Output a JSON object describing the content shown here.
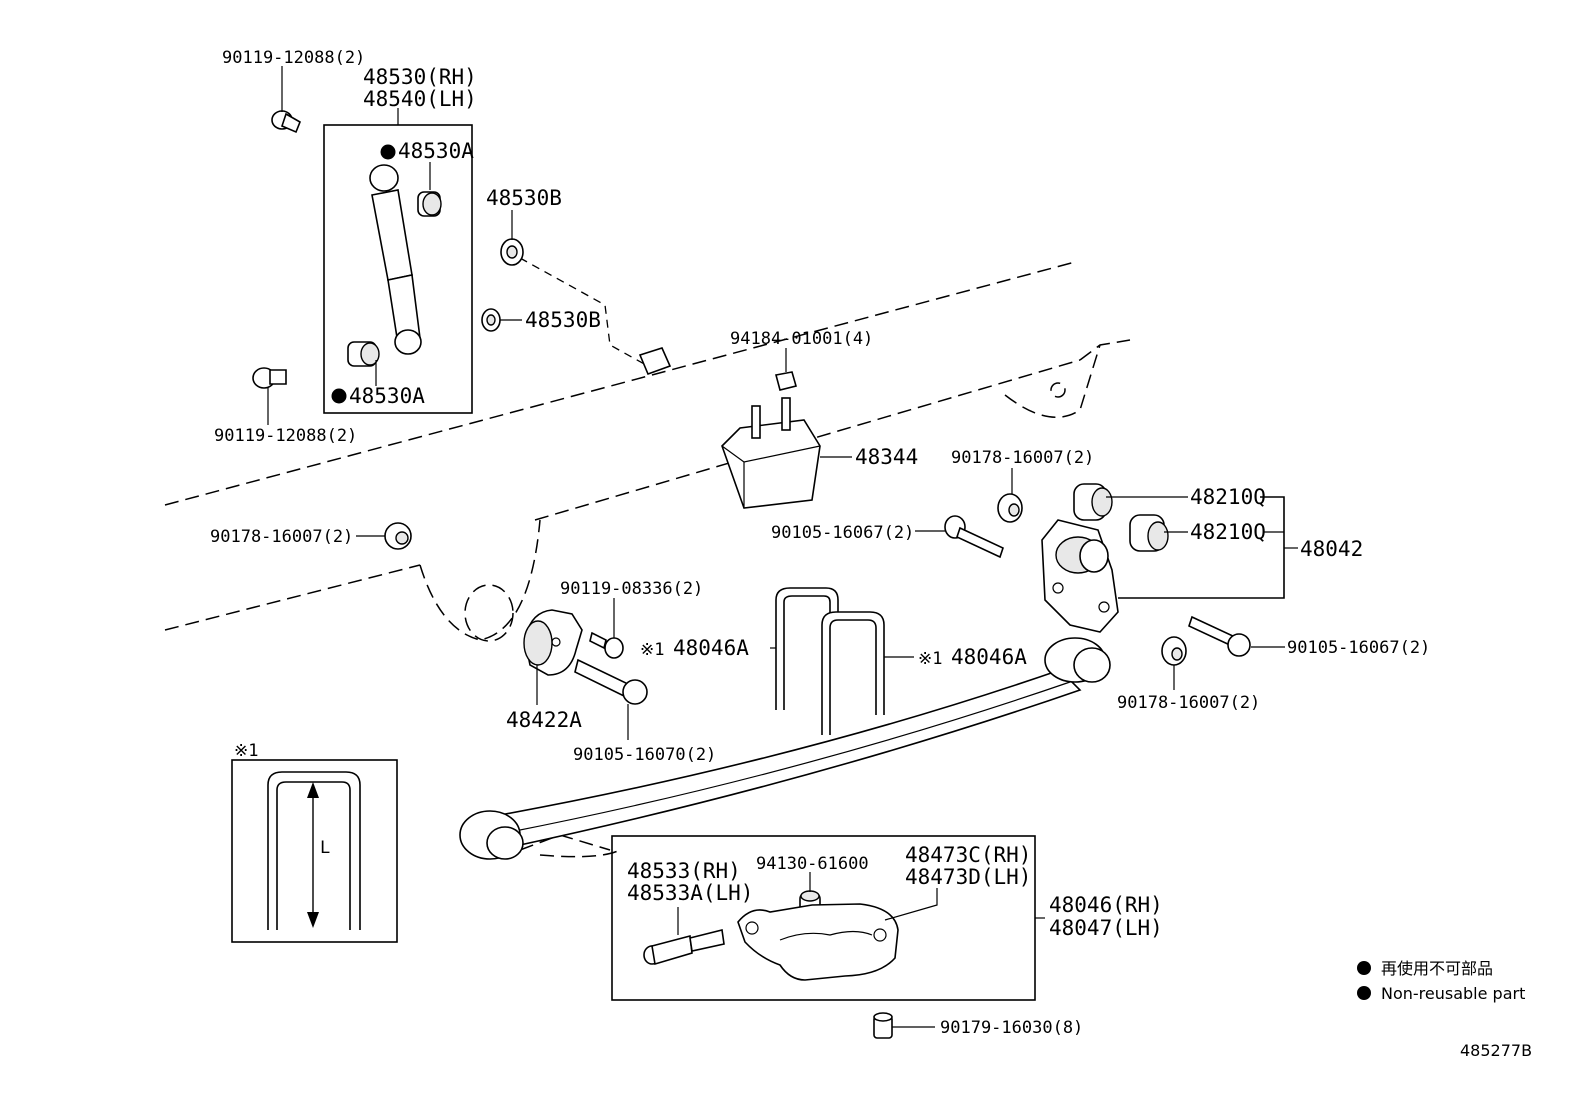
{
  "callouts": {
    "bolt_top": "90119-12088(2)",
    "shock_rh": "48530(RH)",
    "shock_lh": "48540(LH)",
    "bush_top": "48530A",
    "bush_bottom": "48530A",
    "washer_upper": "48530B",
    "washer_lower": "48530B",
    "bolt_mid": "90119-12088(2)",
    "nut_4": "94184-01001(4)",
    "bumper": "48344",
    "nut_right_top": "90178-16007(2)",
    "bush_q_upper": "48210Q",
    "bush_q_lower": "48210Q",
    "shackle": "48042",
    "nut_left": "90178-16007(2)",
    "bolt_right_mid": "90105-16067(2)",
    "bolt_bracket": "90119-08336(2)",
    "ubolt_left": "48046A",
    "ubolt_right": "48046A",
    "ubolt_left_mark": "※1",
    "ubolt_right_mark": "※1",
    "bolt_right_low": "90105-16067(2)",
    "nut_right_low": "90178-16007(2)",
    "hanger": "48422A",
    "bolt_hanger": "90105-16070(2)",
    "inset_mark": "※1",
    "inset_length": "L",
    "pin_rh": "48533(RH)",
    "pin_lh": "48533A(LH)",
    "bushing_small": "94130-61600",
    "plate_rh": "48473C(RH)",
    "plate_lh": "48473D(LH)",
    "spring_rh": "48046(RH)",
    "spring_lh": "48047(LH)",
    "nut_8": "90179-16030(8)"
  },
  "legend": {
    "jp": "再使用不可部品",
    "en": "Non-reusable part"
  },
  "diagram_id": "485277B"
}
